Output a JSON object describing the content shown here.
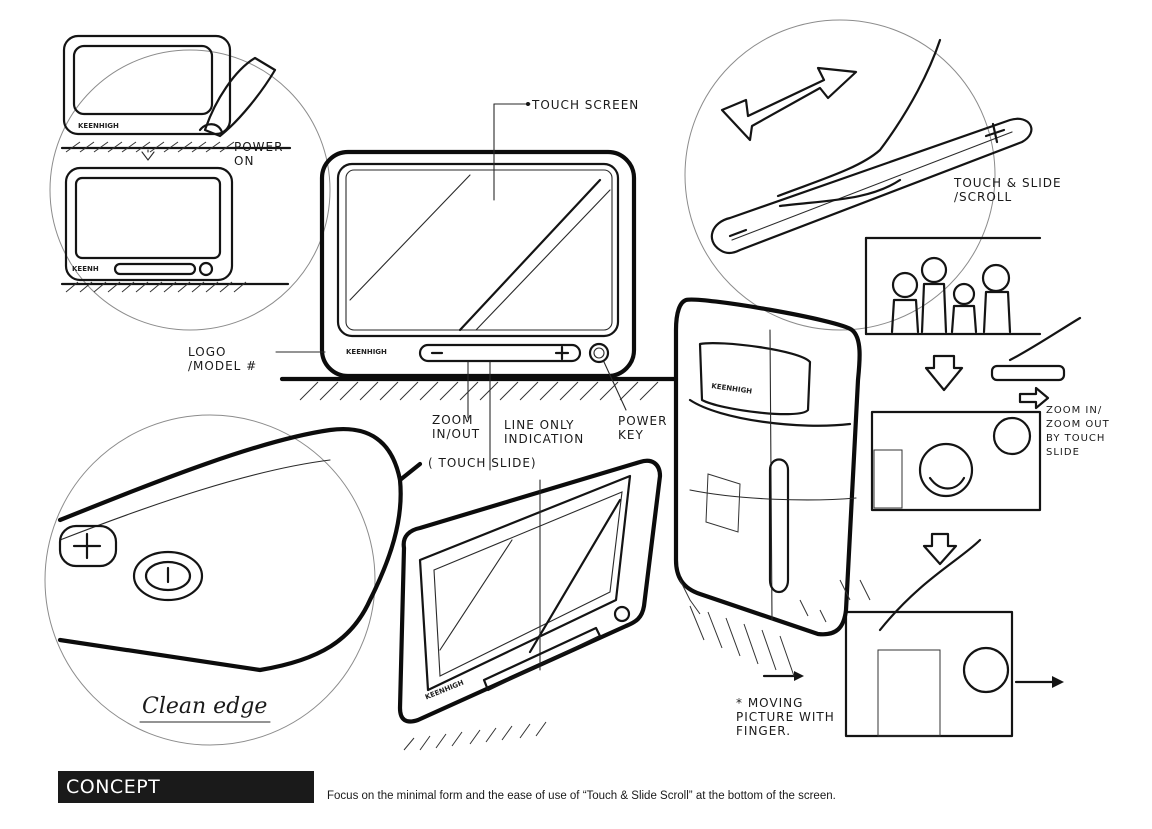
{
  "footer": {
    "title": "CONCEPT DEVELOPMENT",
    "caption": "Focus on the minimal form and the ease of use of “Touch & Slide Scroll” at the bottom of the screen."
  },
  "annotations": {
    "power_on": "POWER ON",
    "touch_screen": "TOUCH SCREEN",
    "touch_slide_scroll": "TOUCH & SLIDE /SCROLL",
    "logo_model": "LOGO /MODEL #",
    "zoom_in_out": "ZOOM IN/OUT",
    "line_only": "LINE ONLY INDICATION",
    "power_key": "POWER KEY",
    "touch_slide": "( TOUCH SLIDE)",
    "zoom_by_touch": "ZOOM IN/ ZOOM OUT BY TOUCH SLIDE",
    "clean_edge": "Clean edge",
    "moving_picture": "* MOVING PICTURE WITH FINGER."
  },
  "brand_labels": {
    "small_top": "KEENHIGH",
    "small_mid": "KEENH",
    "main": "KEENHIGH",
    "tilted": "KEENHIGH",
    "back": "KEENHIGH"
  },
  "colors": {
    "ink": "#141414",
    "footer_bg": "#1a1a1a",
    "footer_text": "#ffffff"
  }
}
